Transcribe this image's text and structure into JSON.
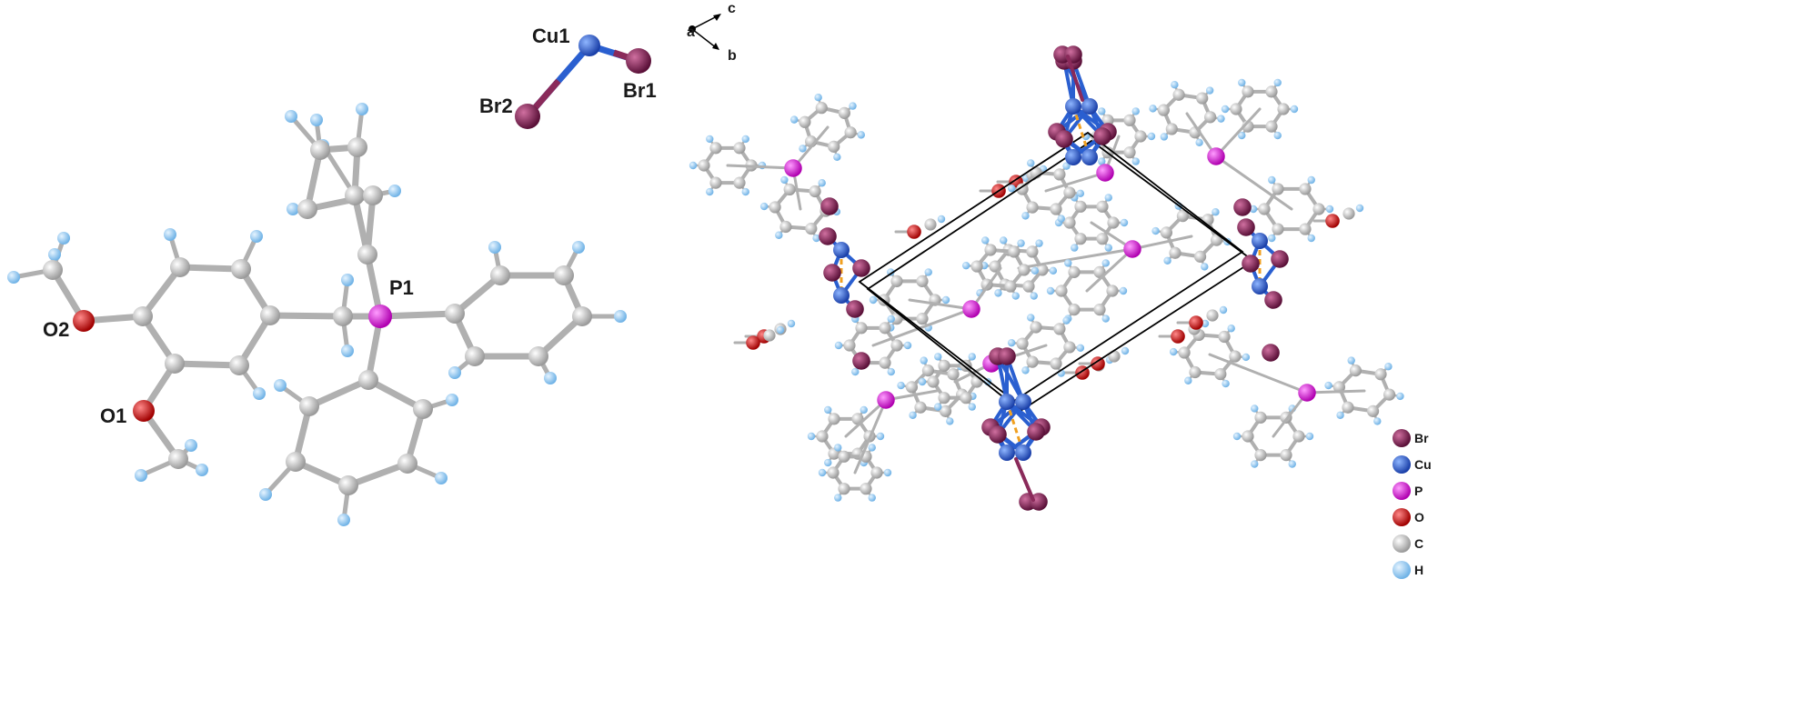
{
  "atom_labels": {
    "cu1": "Cu1",
    "br1": "Br1",
    "br2": "Br2",
    "p1": "P1",
    "o1": "O1",
    "o2": "O2"
  },
  "axes": {
    "a": "a",
    "b": "b",
    "c": "c"
  },
  "legend": [
    {
      "symbol": "Br",
      "color": "#8a2a5a"
    },
    {
      "symbol": "Cu",
      "color": "#2a5fd0"
    },
    {
      "symbol": "P",
      "color": "#e020e0"
    },
    {
      "symbol": "O",
      "color": "#e01010"
    },
    {
      "symbol": "C",
      "color": "#b8b8b8"
    },
    {
      "symbol": "H",
      "color": "#8ec8ef"
    }
  ],
  "colors": {
    "bond": "#b0b0b0",
    "cell_edge": "#000000",
    "cuprophilic": "#f0a020"
  }
}
